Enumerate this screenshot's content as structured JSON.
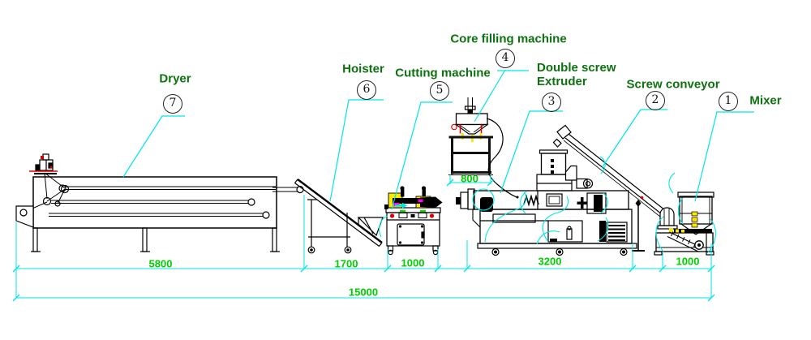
{
  "diagram": {
    "machines": [
      {
        "label": "Dryer",
        "number": "7"
      },
      {
        "label": "Hoister",
        "number": "6"
      },
      {
        "label": "Cutting machine",
        "number": "5"
      },
      {
        "label": "Core filling machine",
        "number": "4"
      },
      {
        "label": "Double screw\nExtruder",
        "number": "3"
      },
      {
        "label": "Screw conveyor",
        "number": "2"
      },
      {
        "label": "Mixer",
        "number": "1"
      }
    ],
    "dimensions": {
      "dryer": "5800",
      "hoister": "1700",
      "cutting_machine": "1000",
      "core_filling": "800",
      "extruder": "3200",
      "mixer": "1000",
      "total": "15000"
    },
    "colors": {
      "label_green": "#0c720f",
      "dimension_green": "#00cf00",
      "annotation_cyan": "#00e6e6",
      "line_black": "#000000",
      "accent_red": "#e00000",
      "accent_yellow": "#ffe800",
      "accent_magenta": "#ff00ff",
      "background": "#ffffff"
    }
  }
}
